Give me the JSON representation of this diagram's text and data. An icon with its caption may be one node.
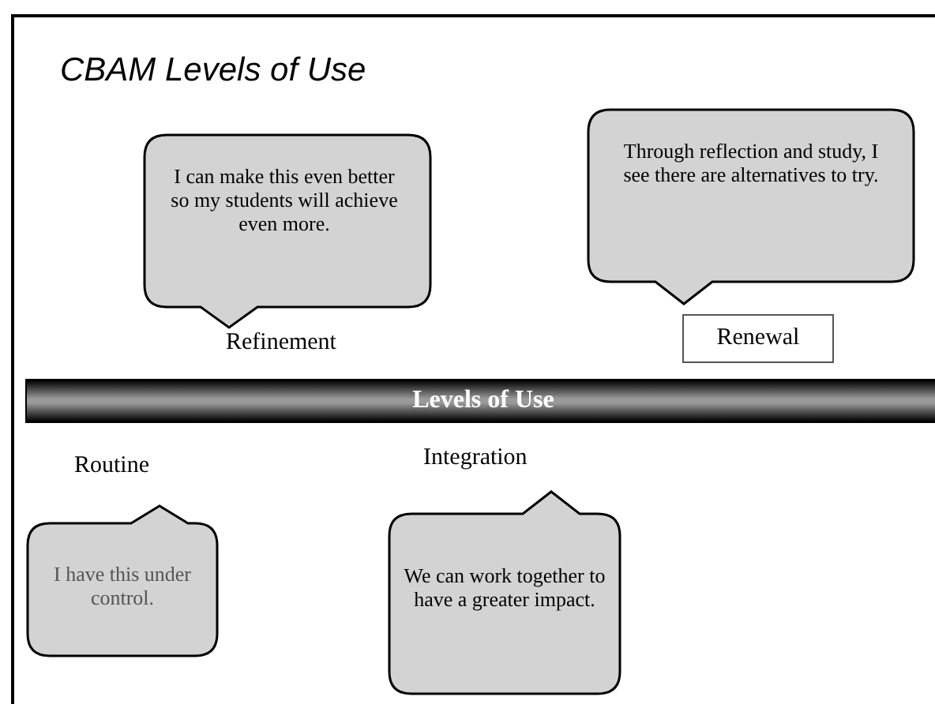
{
  "diagram": {
    "title": "CBAM Levels of Use",
    "nodes": [
      {
        "text": [
          "I can make this even better so my students will achieve even more."
        ],
        "beside": [
          "Refinement"
        ]
      },
      {
        "text": [
          "Through reflection and study, I see there are alternatives to try."
        ]
      },
      {
        "text": [
          "Renewal"
        ]
      },
      {
        "text": [
          "Levels of Use"
        ]
      },
      {
        "text": [
          "I have this under control."
        ],
        "beside": [
          "Routine"
        ]
      },
      {
        "text": [
          "We can work together to have a greater impact."
        ],
        "beside": [
          "Integration"
        ]
      }
    ],
    "edges": []
  }
}
